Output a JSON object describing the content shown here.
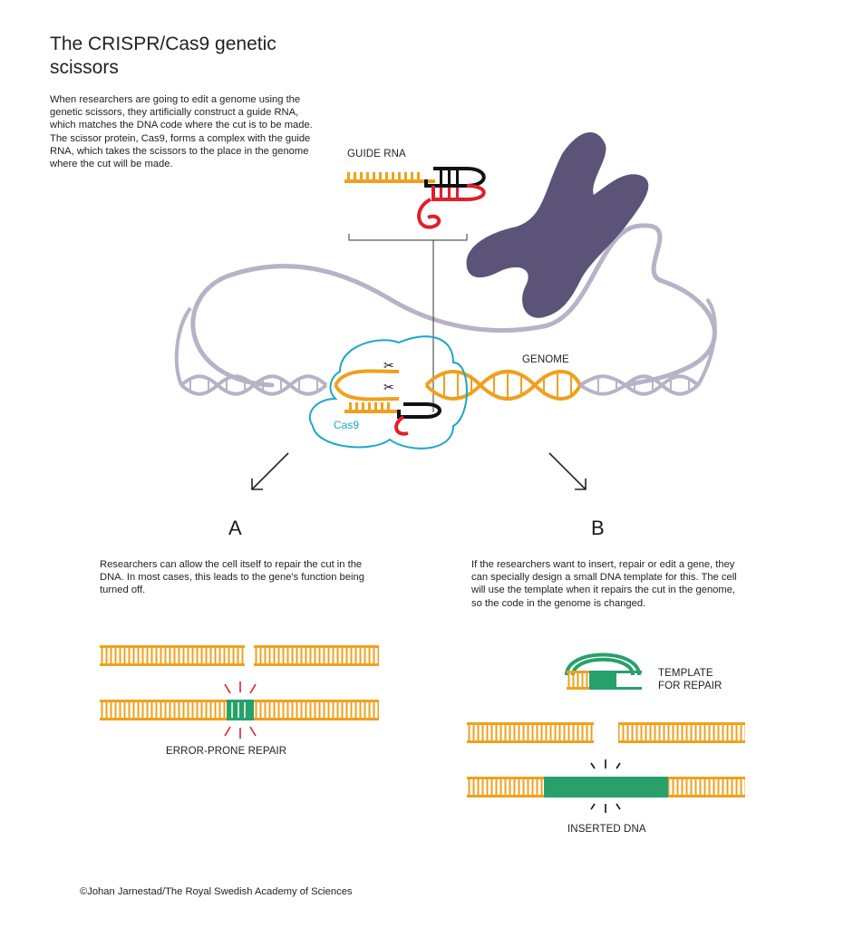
{
  "title": "The CRISPR/Cas9 genetic scissors",
  "intro": "When researchers are going to edit a genome using the genetic scissors, they artificially construct a guide RNA, which matches the DNA code where the cut is to be made. The scissor protein, Cas9, forms a complex with the guide RNA, which takes the scissors to the place in the genome where the cut will be made.",
  "labels": {
    "guide_rna": "GUIDE RNA",
    "genome": "GENOME",
    "cas9": "Cas9",
    "template": "TEMPLATE FOR REPAIR",
    "error_prone": "ERROR-PRONE REPAIR",
    "inserted": "INSERTED DNA"
  },
  "panel_a": {
    "letter": "A",
    "text": "Researchers can allow the cell itself to repair the cut in the DNA. In most cases, this leads to the gene's function being turned off."
  },
  "panel_b": {
    "letter": "B",
    "text": "If the researchers want to insert, repair or edit a gene, they can specially design a small DNA template for this. The cell will use the template when it repairs the cut in the genome, so the code in the genome is changed."
  },
  "credit": "©Johan Jarnestad/The Royal Swedish Academy of Sciences",
  "colors": {
    "orange": "#f0a01e",
    "purple": "#5c5478",
    "lavender": "#b9b1c8",
    "red": "#e0202a",
    "green": "#27a06a",
    "cyan": "#1aa7c9"
  }
}
